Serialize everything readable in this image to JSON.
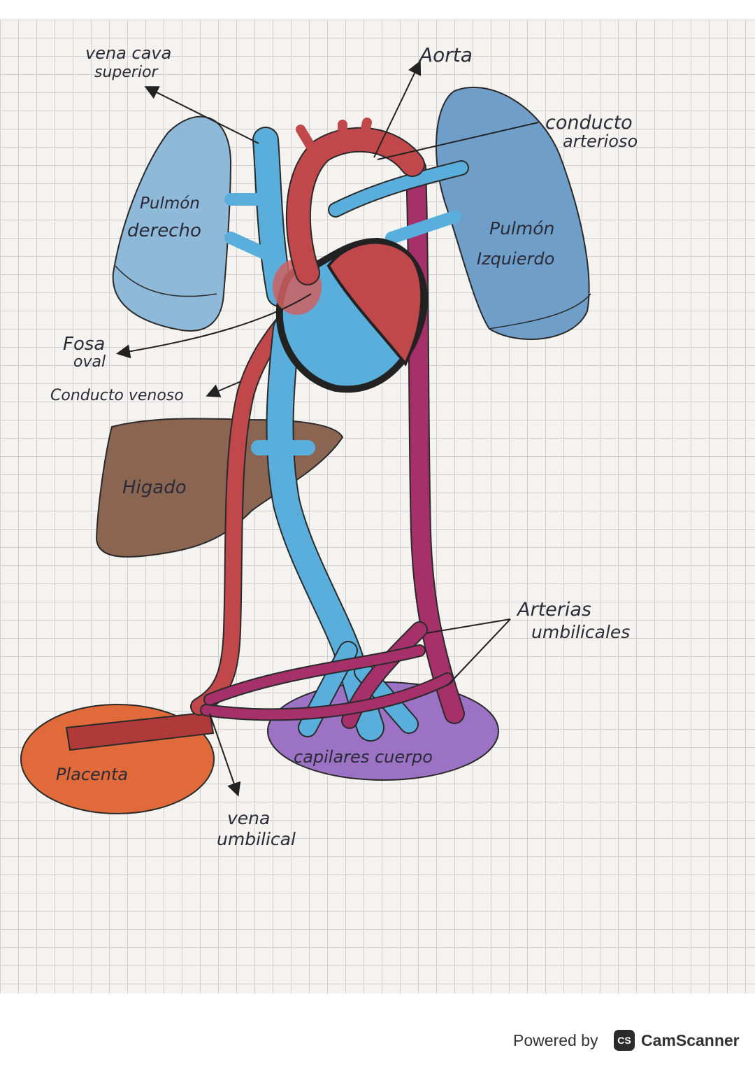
{
  "labels": {
    "vena_cava_superior_1": "vena cava",
    "vena_cava_superior_2": "superior",
    "aorta": "Aorta",
    "conducto_arterioso_1": "conducto",
    "conducto_arterioso_2": "arterioso",
    "pulmon_derecho_1": "Pulmón",
    "pulmon_derecho_2": "derecho",
    "pulmon_izquierdo_1": "Pulmón",
    "pulmon_izquierdo_2": "Izquierdo",
    "fosa_oval_1": "Fosa",
    "fosa_oval_2": "oval",
    "conducto_venoso": "Conducto venoso",
    "higado": "Higado",
    "arterias_umbilicales_1": "Arterias",
    "arterias_umbilicales_2": "umbilicales",
    "placenta": "Placenta",
    "capilares_cuerpo": "capilares cuerpo",
    "vena_umbilical_1": "vena",
    "vena_umbilical_2": "umbilical"
  },
  "footer": {
    "powered_by": "Powered by",
    "logo": "CS",
    "brand": "CamScanner"
  },
  "colors": {
    "vein_blue": "#5aaedc",
    "lung_blue": "#8fb9d8",
    "artery_red": "#c0474a",
    "mixed_purple": "#a5306a",
    "liver_brown": "#8a6552",
    "placenta_orange": "#e06a3a",
    "capillary_purple": "#9b72c4",
    "heart_outline": "#222222"
  }
}
